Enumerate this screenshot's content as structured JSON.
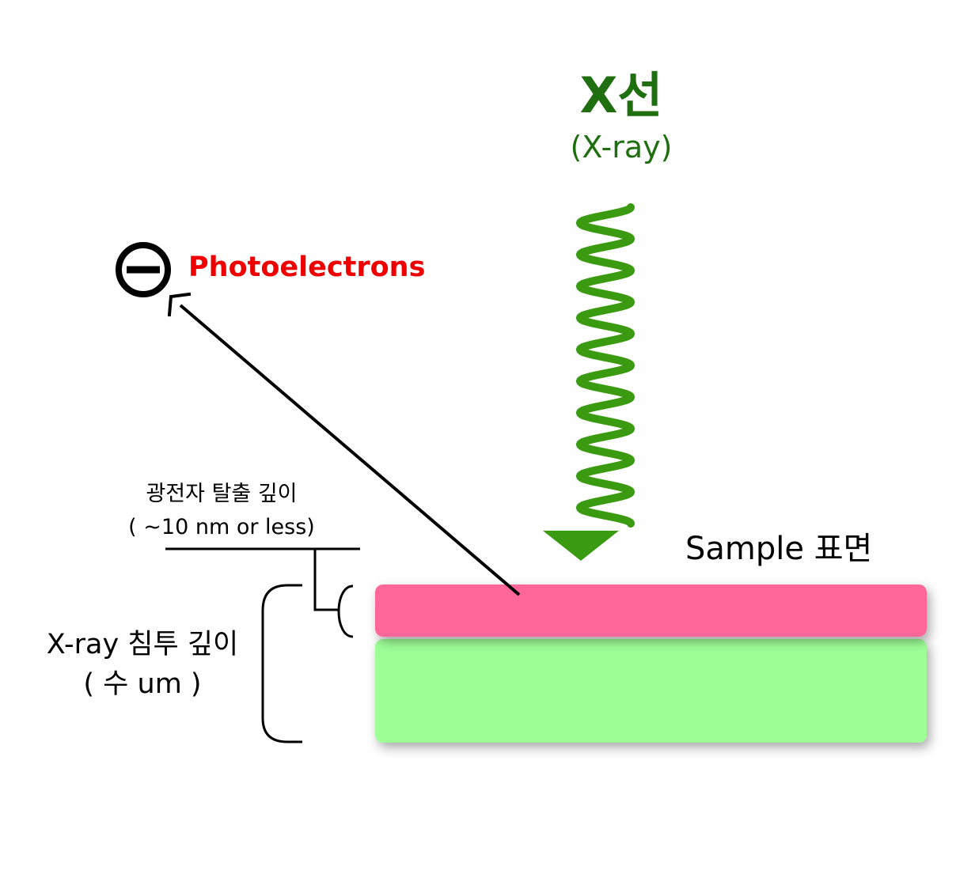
{
  "xray": {
    "title": "X선",
    "subtitle": "(X-ray)",
    "color": "#1f6f10",
    "wave_color": "#3a9a10"
  },
  "photoelectron": {
    "label": "Photoelectrons",
    "label_color": "#ee0000",
    "symbol": "minus-circle-icon"
  },
  "sample": {
    "label": "Sample 표면",
    "surface_layer_color": "#ff6699",
    "bulk_layer_color": "#9dff96"
  },
  "escape_depth": {
    "line1": "광전자 탈출 깊이",
    "line2": "( ~10 nm or less)"
  },
  "penetration_depth": {
    "line1": "X-ray 침투 깊이",
    "line2": "( 수 um )"
  }
}
